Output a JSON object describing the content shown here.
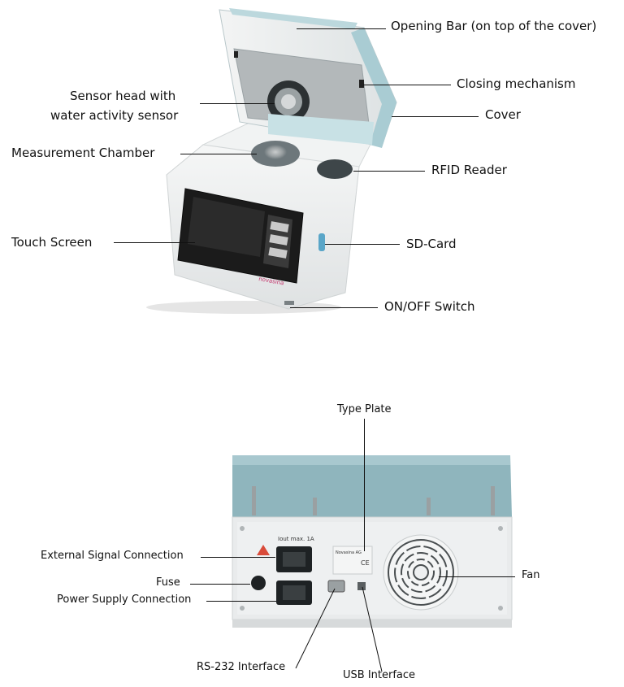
{
  "front_view": {
    "labels": {
      "opening_bar": "Opening Bar (on top of the cover)",
      "closing_mechanism": "Closing mechanism",
      "sensor_head_line1": "Sensor head with",
      "sensor_head_line2": "water activity sensor",
      "cover": "Cover",
      "measurement_chamber": "Measurement Chamber",
      "rfid_reader": "RFID Reader",
      "touch_screen": "Touch Screen",
      "sd_card": "SD-Card",
      "on_off_switch": "ON/OFF Switch"
    },
    "brand_mark": "novasina"
  },
  "rear_view": {
    "labels": {
      "type_plate": "Type Plate",
      "external_signal": "External Signal Connection",
      "fuse": "Fuse",
      "power_supply": "Power Supply Connection",
      "fan": "Fan",
      "rs232": "RS-232 Interface",
      "usb": "USB Interface"
    },
    "panel_text": {
      "iout": "Iout max. 1A",
      "plate_company": "Novasina AG"
    }
  },
  "colors": {
    "device_body": "#eef0f1",
    "cover_teal": "#a9ccd3",
    "rear_cover": "#8fb5bd",
    "screen": "#1b1b1b",
    "chamber_ring": "#6d777b",
    "rfid": "#3e4649",
    "sd_card": "#5aa6c8",
    "brand": "#c4336b"
  }
}
